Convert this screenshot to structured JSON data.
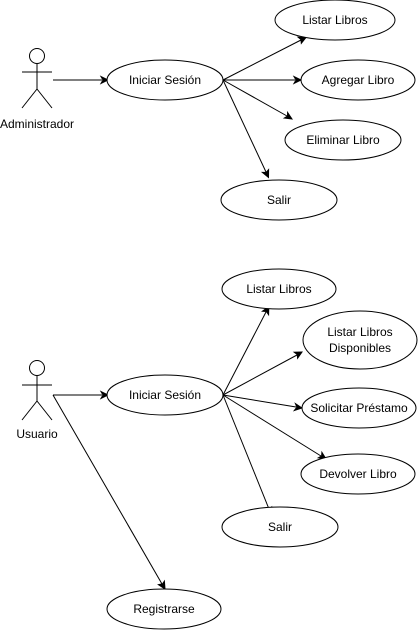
{
  "actors": {
    "admin": {
      "label": "Administrador"
    },
    "user": {
      "label": "Usuario"
    }
  },
  "admin_usecases": {
    "login": "Iniciar Sesión",
    "list": "Listar Libros",
    "add": "Agregar Libro",
    "delete": "Eliminar Libro",
    "exit": "Salir"
  },
  "user_usecases": {
    "login": "Iniciar Sesión",
    "list": "Listar Libros",
    "list_available_line1": "Listar Libros",
    "list_available_line2": "Disponibles",
    "request_loan": "Solicitar Préstamo",
    "return_book": "Devolver Libro",
    "exit": "Salir",
    "register": "Registrarse"
  }
}
